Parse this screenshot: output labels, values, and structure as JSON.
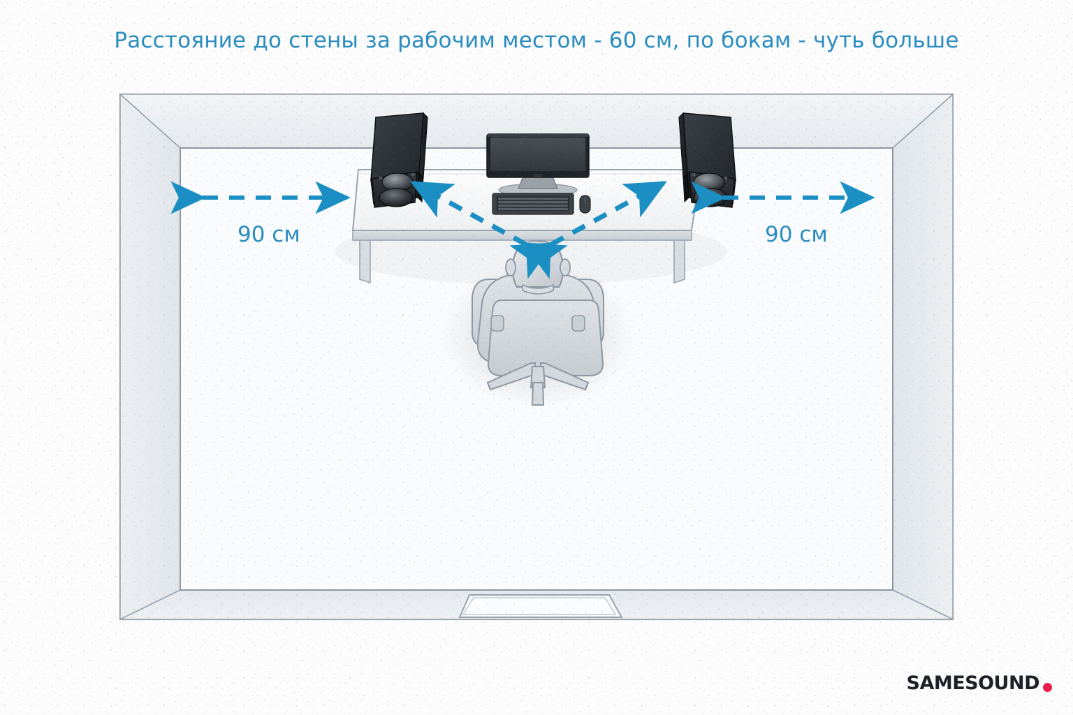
{
  "title": "Расстояние до стены за рабочим местом - 60 см, по бокам - чуть больше",
  "colors": {
    "accent_blue": "#1b8fc4",
    "title_blue": "#2a8dc0",
    "logo_red": "#ed1b4b",
    "logo_dark": "#1d2026",
    "room_line": "#8d98a3",
    "speaker_dark": "#2c3036",
    "furniture_gray": "#c3c9cf"
  },
  "dimensions": {
    "left": {
      "value": "90 см",
      "label": "90 см"
    },
    "right": {
      "value": "90 см",
      "label": "90 см"
    }
  },
  "room": {
    "name": "top-down studio room",
    "door": "door opening at bottom wall"
  },
  "objects": {
    "desk": "desk",
    "monitor": "computer monitor",
    "keyboard": "keyboard",
    "mouse": "mouse",
    "speaker_left": "studio monitor speaker left",
    "speaker_right": "studio monitor speaker right",
    "chair": "office chair",
    "person": "seated person"
  },
  "arrows": {
    "left_measure": "double headed dashed arrow from left wall to desk left edge",
    "right_measure": "double headed dashed arrow from desk right edge to right wall",
    "listening_left": "dashed double arrow between left speaker and listener head",
    "listening_right": "dashed double arrow between right speaker and listener head"
  },
  "logo": {
    "text": "SAMESOUND",
    "dot": "."
  }
}
